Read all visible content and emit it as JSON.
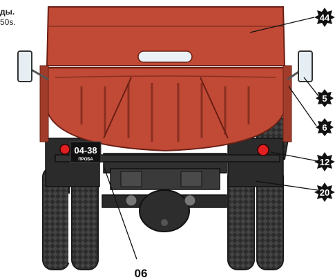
{
  "corner_text": {
    "line1": "ды.",
    "line2": "50s."
  },
  "plate": {
    "number": "04-38",
    "subtitle": "ПРОБА"
  },
  "callouts": [
    {
      "id": "c44",
      "label": "44"
    },
    {
      "id": "c5",
      "label": "5"
    },
    {
      "id": "c6",
      "label": "6"
    },
    {
      "id": "c12",
      "label": "12"
    },
    {
      "id": "c20",
      "label": "20"
    }
  ],
  "bottom_label": "06",
  "colors": {
    "body_red": "#c04a35",
    "body_dark": "#8a2f22",
    "frame_dark": "#2b2b2b",
    "tire": "#3b3b3b",
    "light_red": "#e02020",
    "mirror": "#e6eef3",
    "callout_bg": "#111111"
  }
}
